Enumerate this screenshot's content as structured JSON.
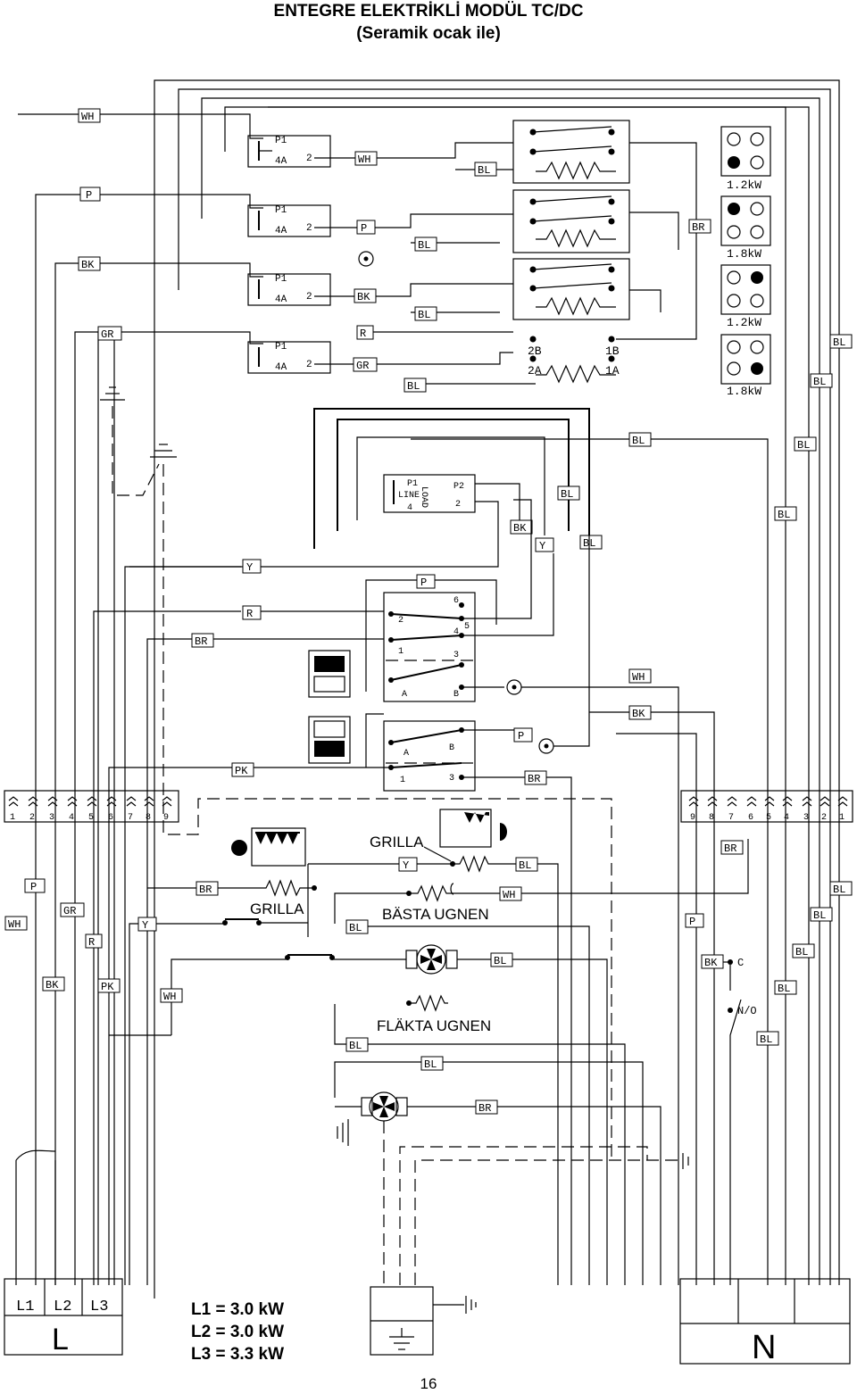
{
  "header": {
    "title": "ENTEGRE ELEKTRİKLİ MODÜL TC/DC",
    "subtitle": "(Seramik ocak ile)"
  },
  "wire_colors": {
    "WH": "WH",
    "P": "P",
    "BK": "BK",
    "GR": "GR",
    "R": "R",
    "BL": "BL",
    "BR": "BR",
    "Y": "Y",
    "PK": "PK"
  },
  "hob_switches": {
    "contact_label": "P1",
    "current_label": "4A",
    "terminal_label": "2",
    "line_label": "LINE",
    "load_label": "LOAD",
    "p2_label": "P2",
    "terminal4": "4"
  },
  "hob_elements": {
    "powers": [
      "1.2kW",
      "1.8kW",
      "1.2kW",
      "1.8kW"
    ],
    "terminals": [
      "2B",
      "1B",
      "2A",
      "1A"
    ]
  },
  "selector": {
    "contacts": [
      "6",
      "2",
      "5",
      "4",
      "1",
      "3",
      "A",
      "B"
    ],
    "contacts2": [
      "A",
      "B",
      "1",
      "3"
    ]
  },
  "terminal_block": {
    "left_numbers": [
      "1",
      "2",
      "3",
      "4",
      "5",
      "6",
      "7",
      "8",
      "9"
    ],
    "right_numbers": [
      "9",
      "8",
      "7",
      "6",
      "5",
      "4",
      "3",
      "2",
      "1"
    ]
  },
  "oven": {
    "grill_top": "GRILLA",
    "grill_left": "GRILLA",
    "basta_ugnen": "BÄSTA UGNEN",
    "flakta_ugnen": "FLÄKTA UGNEN",
    "door_switch_c": "C",
    "door_switch_no": "N/O"
  },
  "supply": {
    "phases": [
      "L1",
      "L2",
      "L3"
    ],
    "line_label": "L",
    "neutral_label": "N",
    "ratings": [
      "L1 = 3.0 kW",
      "L2 = 3.0 kW",
      "L3 = 3.3 kW"
    ]
  },
  "footer": {
    "page_number": "16"
  }
}
